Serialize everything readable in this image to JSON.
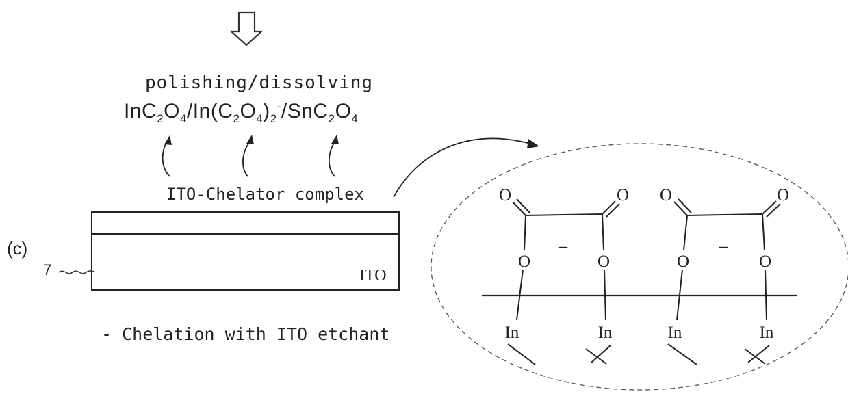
{
  "process_title": "polishing/dissolving",
  "products": {
    "p1_a": "InC",
    "p1_s1": "2",
    "p1_b": "O",
    "p1_s2": "4",
    "sep1": "/In(C",
    "p2_s1": "2",
    "p2_b": "O",
    "p2_s2": "4",
    "p2_c": ")",
    "p2_s3": "2",
    "p2_sup": "-",
    "sep2": "/SnC",
    "p3_s1": "2",
    "p3_b": "O",
    "p3_s2": "4"
  },
  "complex_label": "ITO-Chelator complex",
  "panel_label": "(c)",
  "layer_number": "7",
  "layer_label": "ITO",
  "caption": "- Chelation with ITO etchant",
  "structure": {
    "oxygen": "O",
    "indium": "In",
    "charge": "–"
  }
}
